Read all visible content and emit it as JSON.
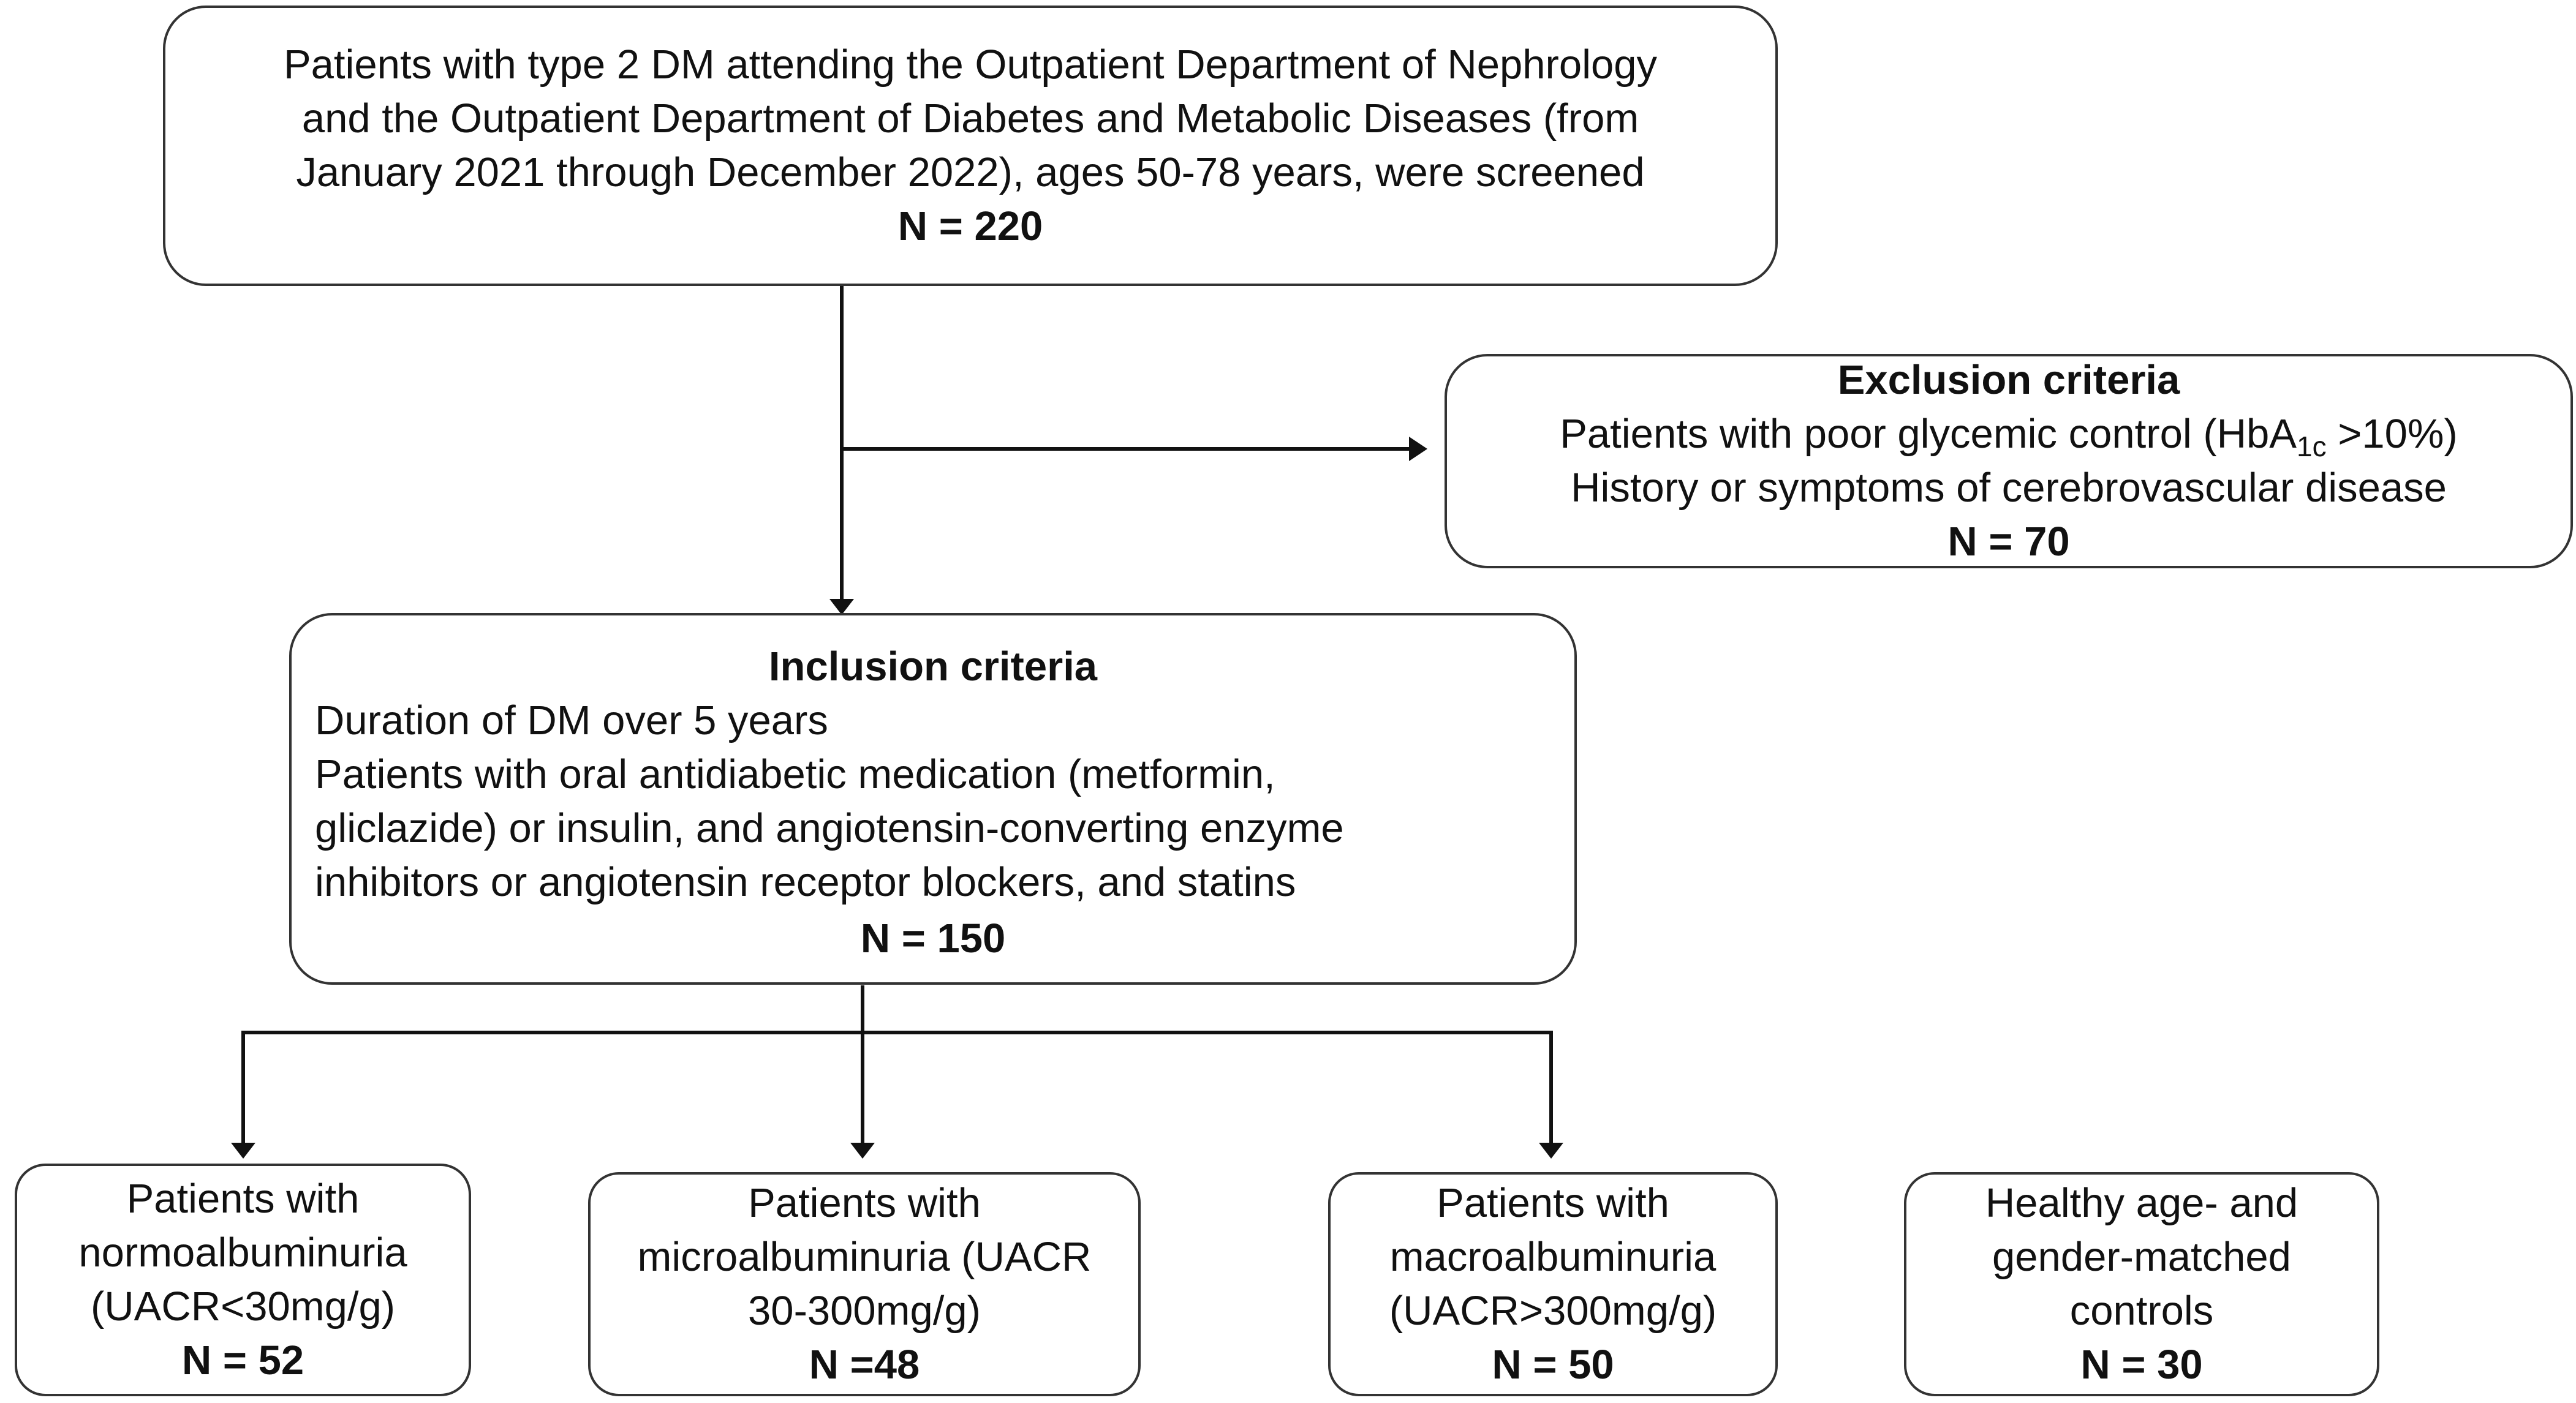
{
  "screening": {
    "lines": [
      "Patients with type 2 DM attending the Outpatient Department of Nephrology",
      "and the Outpatient Department of Diabetes and Metabolic Diseases (from",
      "January 2021 through December 2022), ages 50-78 years, were screened"
    ],
    "n": "N = 220"
  },
  "exclusion": {
    "title": "Exclusion criteria",
    "line1_pre": "Patients with poor glycemic control (HbA",
    "line1_sub": "1c",
    "line1_post": " >10%)",
    "line2": "History or symptoms of cerebrovascular disease",
    "n": "N = 70"
  },
  "inclusion": {
    "title": "Inclusion criteria",
    "lines": [
      "Duration of DM over 5 years",
      "Patients with oral antidiabetic medication (metformin,",
      "gliclazide) or insulin, and angiotensin-converting enzyme",
      "inhibitors or angiotensin receptor blockers, and statins"
    ],
    "n": "N = 150"
  },
  "groups": [
    {
      "lines": [
        "Patients with",
        "normoalbuminuria",
        "(UACR<30mg/g)"
      ],
      "n": "N = 52"
    },
    {
      "lines": [
        "Patients with",
        "microalbuminuria (UACR",
        "30-300mg/g)"
      ],
      "n": "N =48"
    },
    {
      "lines": [
        "Patients with",
        "macroalbuminuria",
        "(UACR>300mg/g)"
      ],
      "n": "N = 50"
    },
    {
      "lines": [
        "Healthy age- and",
        "gender-matched",
        "controls"
      ],
      "n": "N = 30"
    }
  ],
  "colors": {
    "line": "#111111",
    "border": "#333333"
  }
}
